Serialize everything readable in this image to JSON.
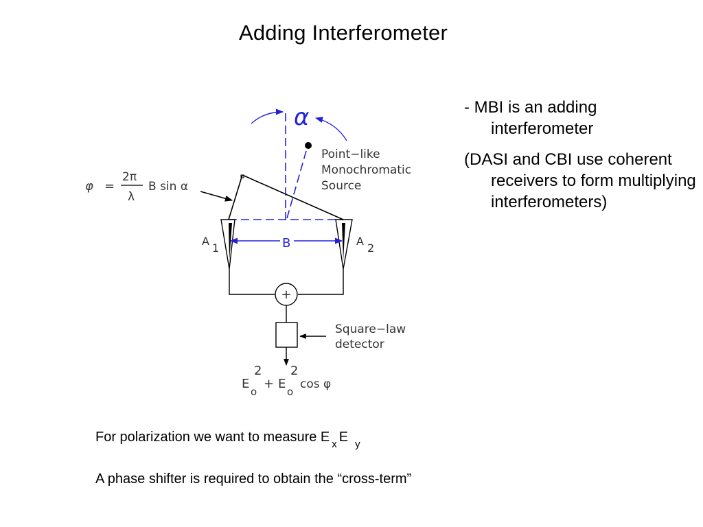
{
  "title": "Adding Interferometer",
  "bullets": [
    "- MBI is an adding interferometer",
    "(DASI and CBI use coherent receivers to form multiplying interferometers)"
  ],
  "bottom": {
    "polarization_text": "For polarization we want to measure E",
    "sub_x": "x",
    "e2": "E",
    "sub_y": "y",
    "phase_text": "A phase shifter is required to obtain the “cross-term”"
  },
  "diagram": {
    "alpha": "α",
    "source_label": [
      "Point−like",
      "Monochromatic",
      "Source"
    ],
    "phase_eq": {
      "phi": "φ",
      "equals": "=",
      "numerator": "2π",
      "denominator": "λ",
      "rest": "B  sin α"
    },
    "antenna1": {
      "letter": "A",
      "index": "1"
    },
    "antenna2": {
      "letter": "A",
      "index": "2"
    },
    "baseline": "B",
    "adder": "+",
    "detector_label": [
      "Square−law",
      "detector"
    ],
    "output": {
      "e1": "E",
      "sub1": "o",
      "sup1": "2",
      "plus": "+",
      "e2": "E",
      "sub2": "o",
      "sup2": "2",
      "cos": "cos φ"
    }
  },
  "colors": {
    "diagram_line": "#000000",
    "geometry_blue": "#2222dd",
    "text": "#000000"
  }
}
